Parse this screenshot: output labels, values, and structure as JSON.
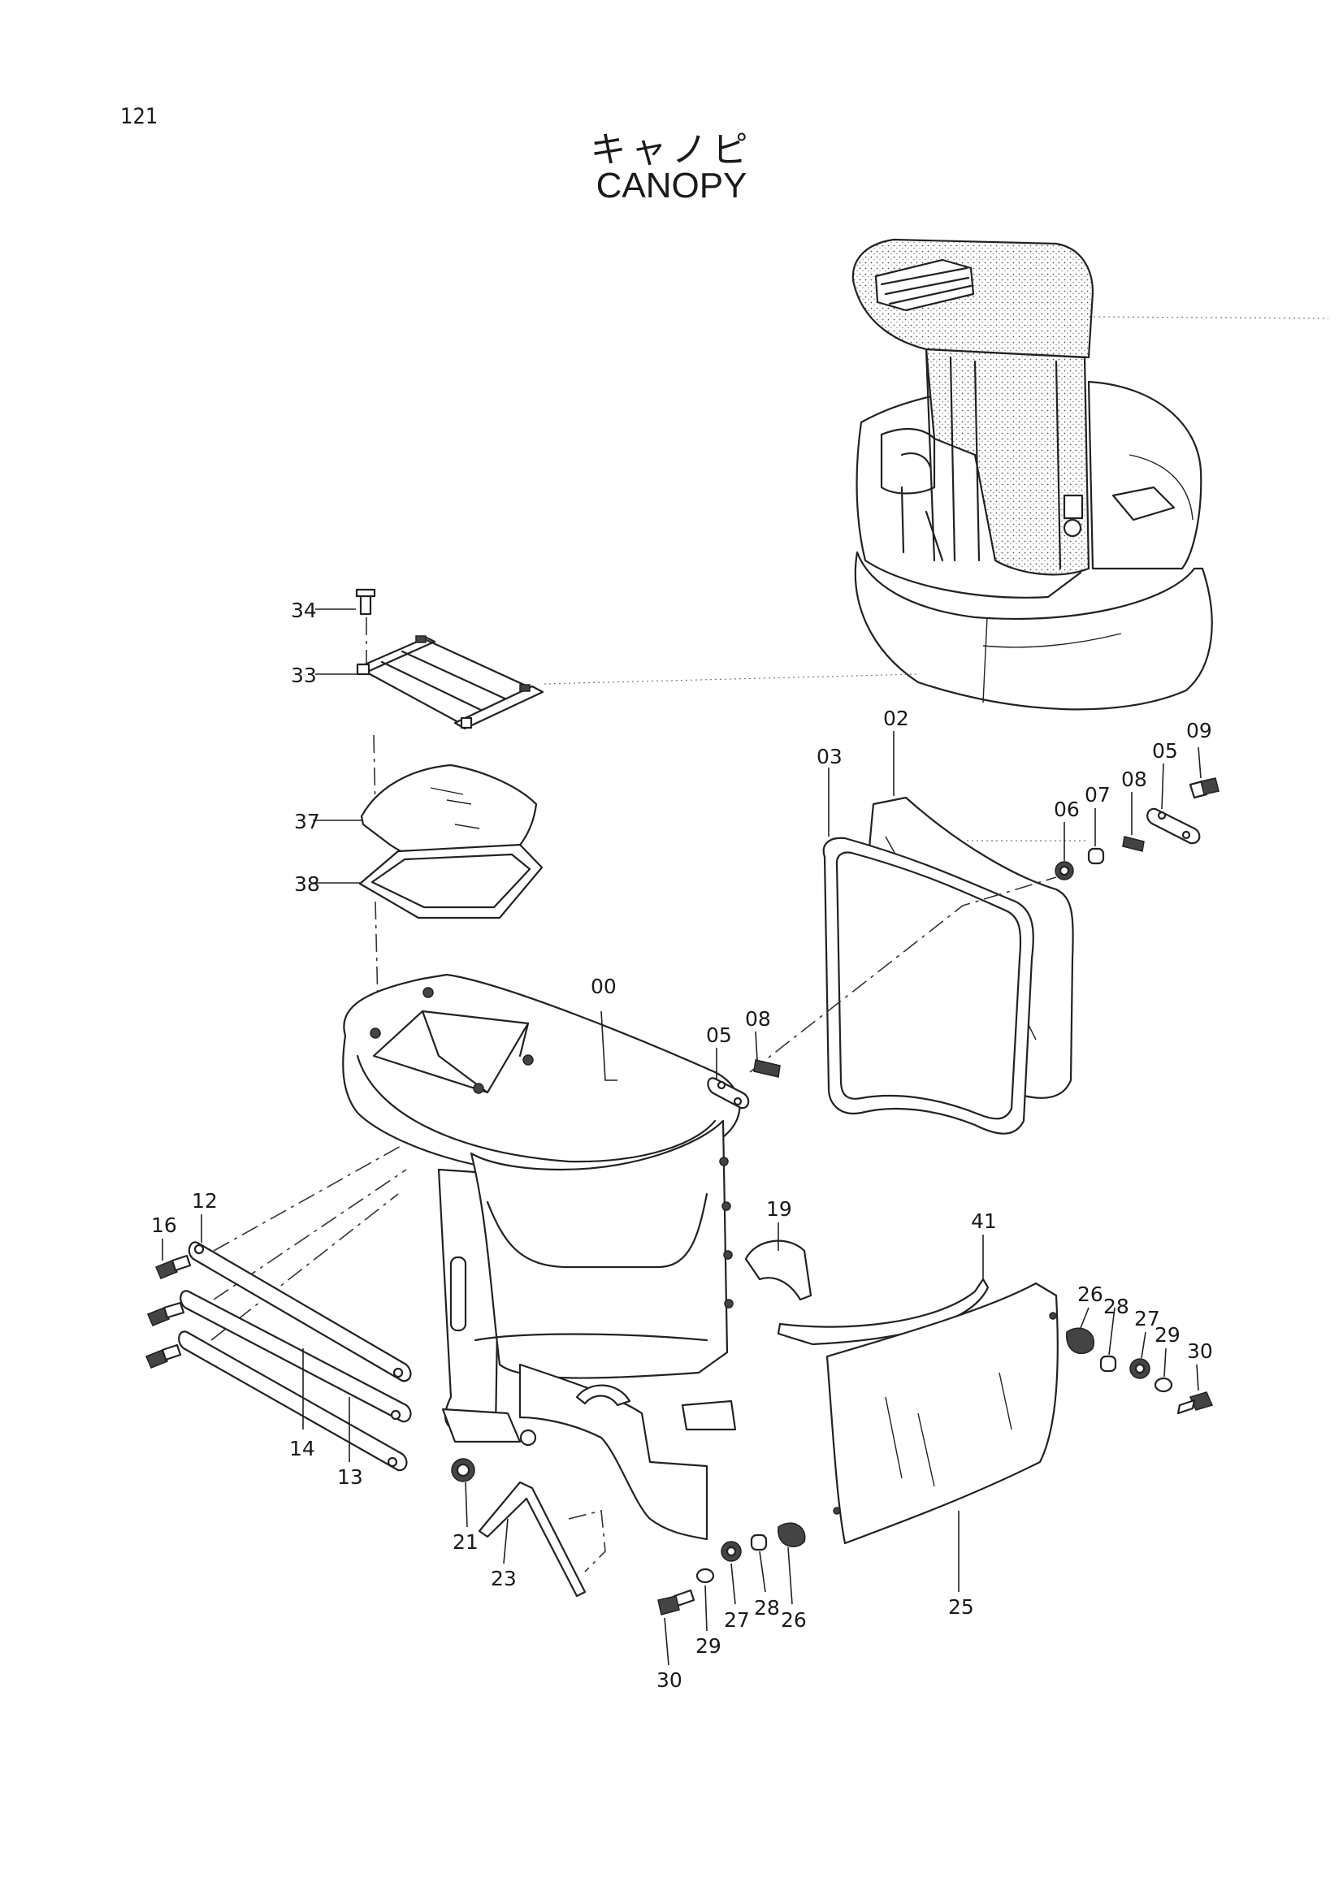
{
  "page_number": "121",
  "title_jp": "キャノピ",
  "title_en": "CANOPY",
  "callouts": {
    "c34": "34",
    "c33": "33",
    "c37": "37",
    "c38": "38",
    "c00": "00",
    "c02": "02",
    "c03": "03",
    "c05a": "05",
    "c05b": "05",
    "c06": "06",
    "c07": "07",
    "c08a": "08",
    "c08b": "08",
    "c09": "09",
    "c12": "12",
    "c13": "13",
    "c14": "14",
    "c16": "16",
    "c19": "19",
    "c21": "21",
    "c23": "23",
    "c25": "25",
    "c26a": "26",
    "c26b": "26",
    "c27a": "27",
    "c27b": "27",
    "c28a": "28",
    "c28b": "28",
    "c29a": "29",
    "c29b": "29",
    "c30a": "30",
    "c30b": "30",
    "c41": "41"
  }
}
